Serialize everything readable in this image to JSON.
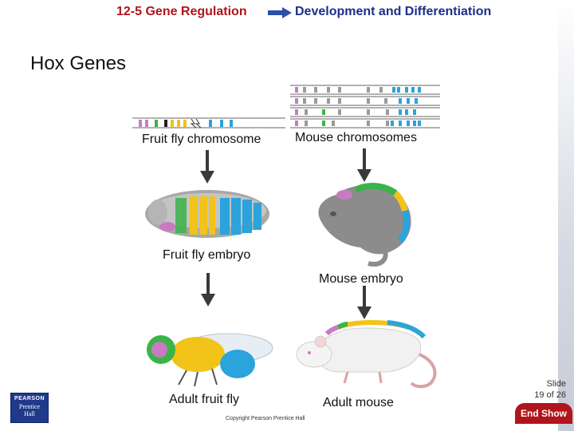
{
  "header": {
    "section": "12-5 Gene Regulation",
    "arrow_icon": "right-arrow-icon",
    "topic": "Development and Differentiation"
  },
  "slide": {
    "title": "Hox Genes"
  },
  "figure": {
    "fly_chromosome_label": "Fruit fly chromosome",
    "mouse_chromosomes_label": "Mouse chromosomes",
    "fly_embryo_label": "Fruit fly embryo",
    "mouse_embryo_label": "Mouse embryo",
    "adult_fly_label": "Adult fruit fly",
    "adult_mouse_label": "Adult mouse",
    "gene_colors": {
      "magenta": "#c77cc1",
      "green": "#3bb34a",
      "yellow": "#f2c318",
      "blue": "#2ba3dc",
      "gray": "#9a9a9a"
    }
  },
  "footer": {
    "copyright": "Copyright Pearson Prentice Hall",
    "slide_line1": "Slide",
    "slide_line2": "19 of 26",
    "end_show": "End Show",
    "logo_pearson": "PEARSON",
    "logo_prentice": "Prentice",
    "logo_hall": "Hall"
  }
}
